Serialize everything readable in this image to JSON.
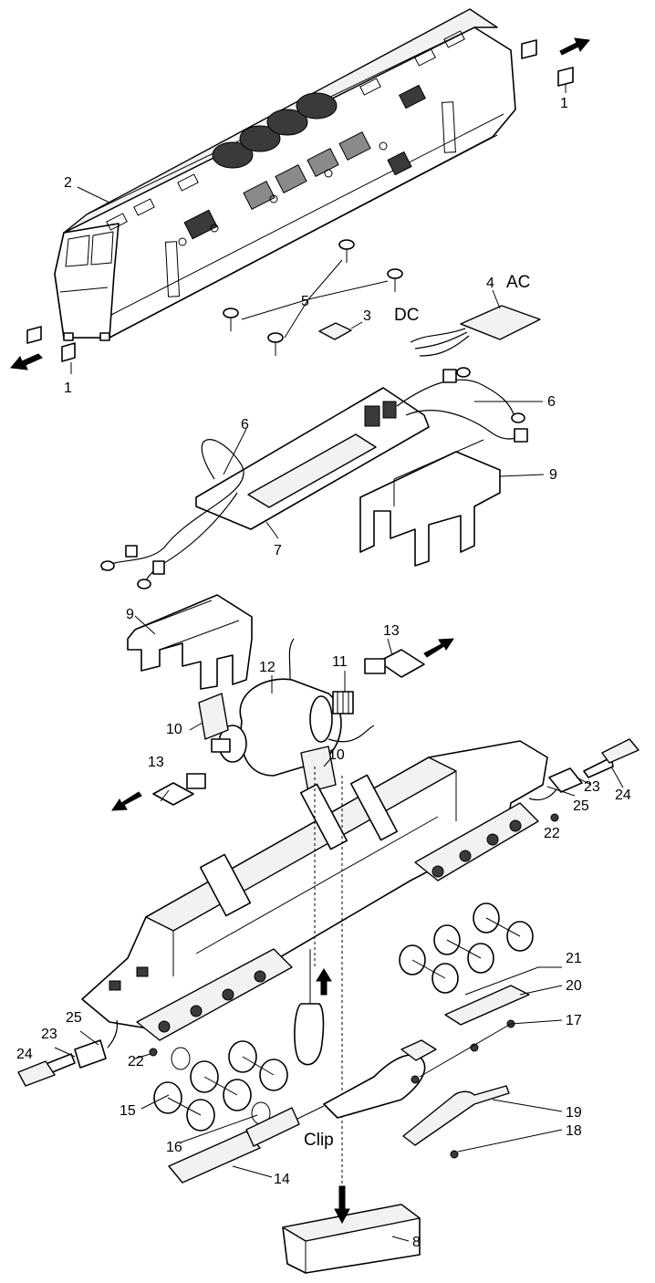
{
  "callouts": {
    "c1a": "1",
    "c1b": "1",
    "c2": "2",
    "c3": "3",
    "c3_text": "DC",
    "c4": "4",
    "c4_text": "AC",
    "c5": "5",
    "c6a": "6",
    "c6b": "6",
    "c7": "7",
    "c8": "8",
    "c9a": "9",
    "c9b": "9",
    "c10a": "10",
    "c10b": "10",
    "c11": "11",
    "c12": "12",
    "c13a": "13",
    "c13b": "13",
    "c14": "14",
    "c15": "15",
    "c16": "16",
    "c17": "17",
    "c18": "18",
    "c19": "19",
    "c20": "20",
    "c21": "21",
    "c22a": "22",
    "c22b": "22",
    "c23a": "23",
    "c23b": "23",
    "c24a": "24",
    "c24b": "24",
    "c25a": "25",
    "c25b": "25",
    "clip": "Clip"
  }
}
